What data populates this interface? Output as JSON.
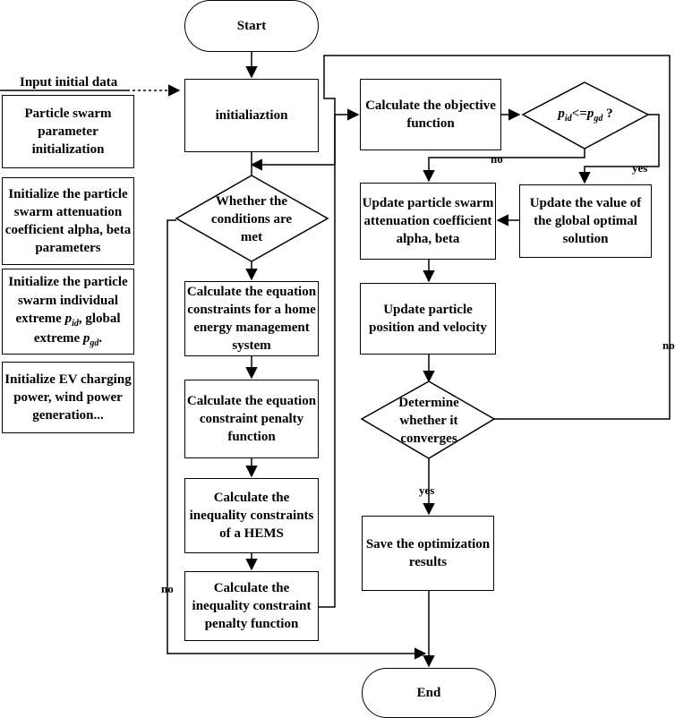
{
  "nodes": {
    "start": "Start",
    "init": "initialiaztion",
    "condition": "Whether the conditions are met",
    "calc_eq_constraints": "Calculate the equation constraints for a home energy management system",
    "calc_eq_penalty": "Calculate the equation constraint penalty function",
    "calc_ineq_constraints": "Calculate the inequality constraints of a HEMS",
    "calc_ineq_penalty": "Calculate the inequality constraint penalty function",
    "calc_objective": "Calculate the objective function",
    "compare": {
      "p": "p",
      "id": "id",
      "op": "<=",
      "p2": "p",
      "gd": "gd",
      "q": " ?"
    },
    "update_global": "Update the value of the global optimal solution",
    "update_attenuation": "Update particle swarm attenuation coefficient alpha, beta",
    "update_position": "Update particle position and velocity",
    "converge": "Determine whether it converges",
    "save": "Save the optimization results",
    "end": "End"
  },
  "inputs": {
    "title": "Input initial data",
    "items": {
      "i0": "Particle swarm parameter initialization",
      "i1": "Initialize the particle swarm attenuation coefficient alpha, beta parameters",
      "i2": {
        "a": "Initialize the particle swarm individual extreme ",
        "p": "p",
        "id": "id",
        "b": ", global extreme ",
        "p2": "p",
        "gd": "gd",
        "c": "."
      },
      "i3": "Initialize EV charging power, wind power generation..."
    }
  },
  "edge_labels": {
    "cond_no": "no",
    "compare_no": "no",
    "compare_yes": "yes",
    "converge_no": "no",
    "converge_yes": "yes"
  }
}
